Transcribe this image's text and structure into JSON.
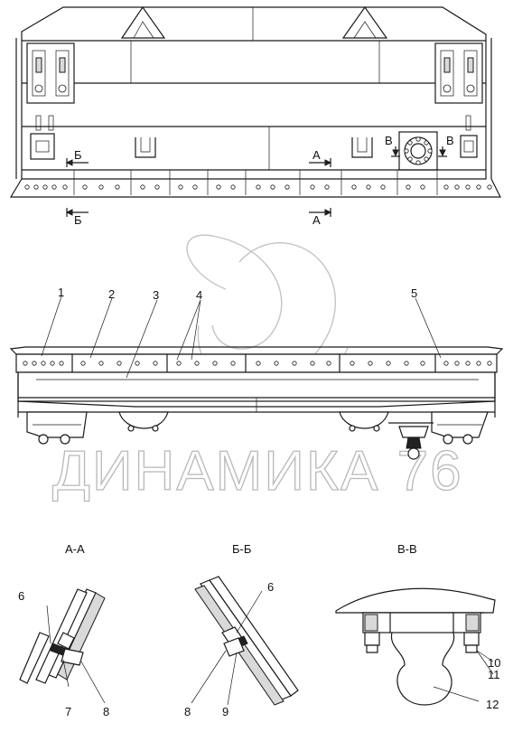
{
  "watermark": {
    "text": "ДИНАМИКА 76"
  },
  "section_marks": {
    "b_left": "Б",
    "a_right": "А",
    "b_below": "Б",
    "a_below": "А",
    "v_left": "В",
    "v_right": "В"
  },
  "callouts": {
    "c1": "1",
    "c2": "2",
    "c3": "3",
    "c4": "4",
    "c5": "5",
    "c6a": "6",
    "c7": "7",
    "c8a": "8",
    "c6b": "6",
    "c8b": "8",
    "c9": "9",
    "c10": "10",
    "c11": "11",
    "c12": "12"
  },
  "section_titles": {
    "aa": "А-А",
    "bb": "Б-Б",
    "vv": "В-В"
  },
  "colors": {
    "line": "#1a1a1a",
    "watermark": "#b8b8b8"
  }
}
